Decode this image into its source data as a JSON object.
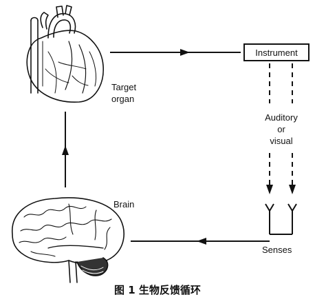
{
  "labels": {
    "instrument": "Instrument",
    "target_organ_line1": "Target",
    "target_organ_line2": "organ",
    "feedback_line1": "Auditory",
    "feedback_line2": "or",
    "feedback_line3": "visual",
    "brain": "Brain",
    "senses": "Senses"
  },
  "caption": "图 1   生物反馈循环",
  "colors": {
    "ink": "#111111",
    "background": "#ffffff"
  }
}
